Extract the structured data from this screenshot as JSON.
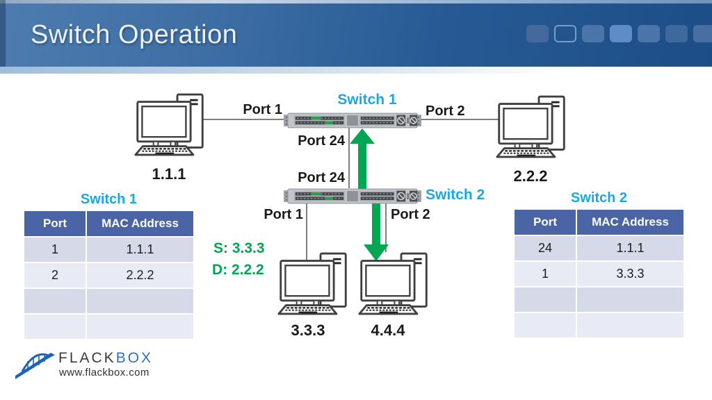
{
  "header": {
    "title": "Switch Operation"
  },
  "diagram": {
    "switch1": {
      "name": "Switch 1",
      "port1": "Port 1",
      "port2": "Port 2",
      "port24": "Port 24"
    },
    "switch2": {
      "name": "Switch 2",
      "port1": "Port 1",
      "port2": "Port 2",
      "port24": "Port 24"
    },
    "hosts": {
      "pc1": "1.1.1",
      "pc2": "2.2.2",
      "pc3": "3.3.3",
      "pc4": "4.4.4"
    },
    "packet": {
      "source": "S: 3.3.3",
      "destination": "D: 2.2.2"
    }
  },
  "tables": {
    "switch1": {
      "title": "Switch 1",
      "columns": [
        "Port",
        "MAC Address"
      ],
      "rows": [
        [
          "1",
          "1.1.1"
        ],
        [
          "2",
          "2.2.2"
        ],
        [
          "",
          ""
        ],
        [
          "",
          ""
        ]
      ]
    },
    "switch2": {
      "title": "Switch 2",
      "columns": [
        "Port",
        "MAC Address"
      ],
      "rows": [
        [
          "24",
          "1.1.1"
        ],
        [
          "1",
          "3.3.3"
        ],
        [
          "",
          ""
        ],
        [
          "",
          ""
        ]
      ]
    }
  },
  "footer": {
    "brand_primary": "FLACK",
    "brand_accent": "BOX",
    "website": "www.flackbox.com"
  },
  "colors": {
    "accent_cyan": "#1ba7e0",
    "accent_green": "#00a651",
    "table_header_blue": "#4b64a6",
    "header_blue": "#1d4d86"
  }
}
